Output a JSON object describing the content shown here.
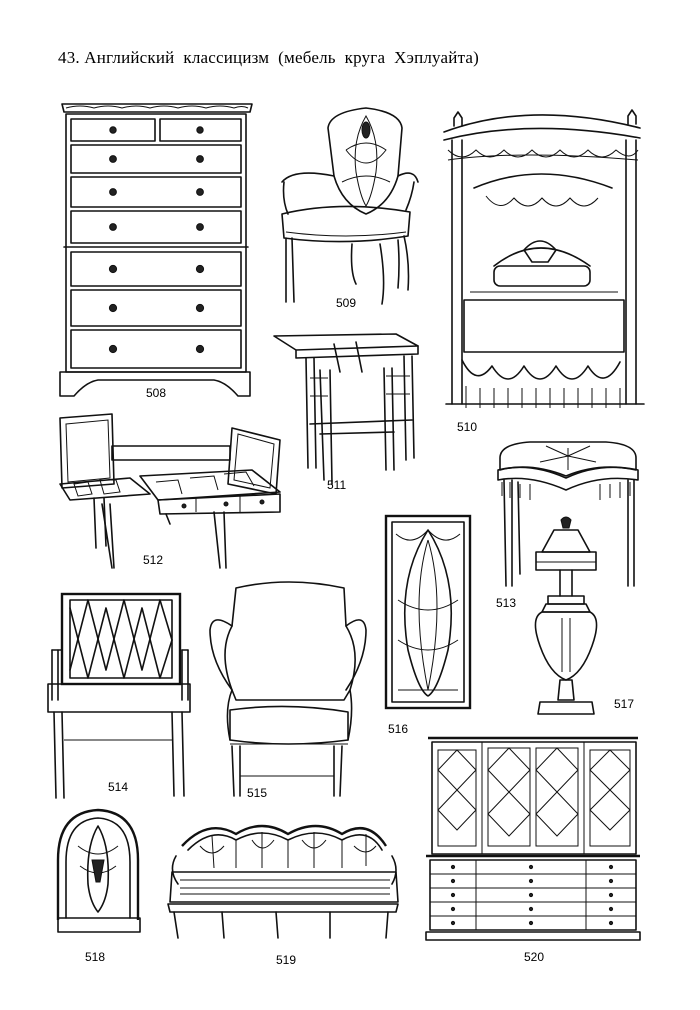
{
  "title": "43. Английский  классицизм  (мебель  круга  Хэплуайта)",
  "items": [
    {
      "number": "508",
      "icon": "chest-of-drawers-icon"
    },
    {
      "number": "509",
      "icon": "shield-back-armchair-icon"
    },
    {
      "number": "510",
      "icon": "canopy-bed-icon"
    },
    {
      "number": "511",
      "icon": "drop-leaf-table-icon"
    },
    {
      "number": "512",
      "icon": "dressing-table-icon"
    },
    {
      "number": "513",
      "icon": "side-table-icon"
    },
    {
      "number": "514",
      "icon": "lattice-back-armchair-icon"
    },
    {
      "number": "515",
      "icon": "wing-armchair-icon"
    },
    {
      "number": "516",
      "icon": "ornamental-panel-icon"
    },
    {
      "number": "517",
      "icon": "urn-vase-icon"
    },
    {
      "number": "518",
      "icon": "wheel-back-chair-icon"
    },
    {
      "number": "519",
      "icon": "triple-back-settee-icon"
    },
    {
      "number": "520",
      "icon": "breakfront-bookcase-icon"
    }
  ]
}
